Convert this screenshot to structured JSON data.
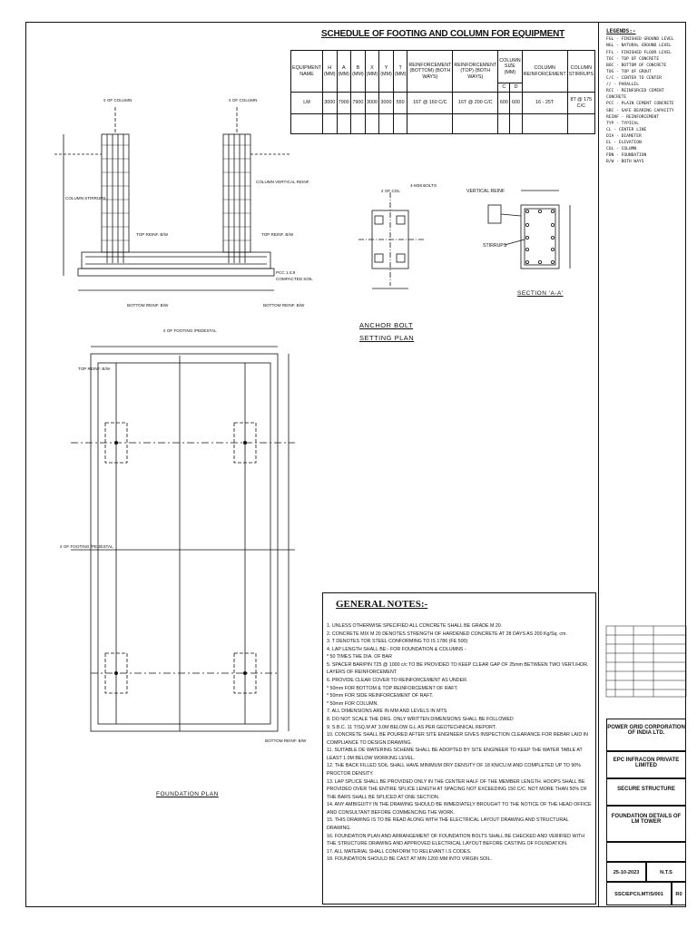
{
  "schedule": {
    "title": "SCHEDULE OF FOOTING AND COLUMN FOR EQUIPMENT",
    "headers": {
      "equipment": "EQUIPMENT NAME",
      "h": "H (MM)",
      "a": "A (MM)",
      "b": "B (MM)",
      "x": "X (MM)",
      "y": "Y (MM)",
      "t": "T (MM)",
      "reinf_bottom": "REINFORCEMENT (BOTTOM) (BOTH WAYS)",
      "reinf_top": "REINFORCEMENT (TOP) (BOTH WAYS)",
      "column_size": "COLUMN SIZE (MM)",
      "col_c": "C",
      "col_d": "D",
      "column_reinf": "COLUMN REINFORCEMENT",
      "column_stirrups": "COLUMN STIRRUPS"
    },
    "row": {
      "equipment": "LM",
      "h": "3000",
      "a": "7900",
      "b": "7900",
      "x": "3000",
      "y": "3000",
      "t": "550",
      "reinf_bottom": "16T @ 160 C/C",
      "reinf_top": "16T @ 200 C/C",
      "col_c": "600",
      "col_d": "600",
      "column_reinf": "16 - 25T",
      "column_stirrups": "8T @ 175 C/C"
    }
  },
  "legend": {
    "title": "LEGENDS:-",
    "items": [
      "FGL - FINISHED GROUND LEVEL",
      "NGL - NATURAL GROUND LEVEL",
      "FFL - FINISHED FLOOR LEVEL",
      "TOC - TOP OF CONCRETE",
      "BOC - BOTTOM OF CONCRETE",
      "TOG - TOP OF GROUT",
      "C/C - CENTER TO CENTER",
      "// - PARALLEL",
      "RCC - REINFORCED CEMENT CONCRETE",
      "PCC - PLAIN CEMENT CONCRETE",
      "SBC - SAFE BEARING CAPACITY",
      "REINF - REINFORCEMENT",
      "TYP - TYPICAL",
      "CL - CENTER LINE",
      "DIA - DIAMETER",
      "EL - ELEVATION",
      "COL - COLUMN",
      "FDN - FOUNDATION",
      "B/W - BOTH WAYS"
    ]
  },
  "drawing_labels": {
    "cl_column_left": "¢ OF COLUMN",
    "cl_column_right": "¢ OF COLUMN",
    "column_stirrups": "COLUMN STIRRUPS",
    "column_vertical_reinf": "COLUMN VERTICAL REINF.",
    "top_reinf_left": "TOP REINF. B/W",
    "top_reinf_right": "TOP REINF. B/W",
    "pcc": "PCC 1:4:8",
    "compacted_soil": "COMPACTED SOIL",
    "bottom_reinf_left": "BOTTOM REINF. B/W",
    "bottom_reinf_right": "BOTTOM REINF. B/W",
    "cl_of_col": "¢ OF COL",
    "hd_bolts": "4-M36 BOLTS",
    "vertical_reinf": "VERTICAL REINF",
    "stirrups": "STIRRUPS",
    "section": "SECTION 'A-A'",
    "anchor_bolt": "ANCHOR BOLT",
    "setting_plan": "SETTING PLAN",
    "cl_footing_top": "¢ OF FOOTING /PEDESTAL",
    "cl_footing_left": "¢ OF FOOTING /PEDESTAL",
    "bottom_reinf_plan": "BOTTOM REINF. B/W",
    "top_reinf_plan": "TOP REINF. B/W",
    "plan_title": "FOUNDATION PLAN"
  },
  "notes": {
    "title": "GENERAL NOTES:-",
    "items": [
      "1. UNLESS OTHERWISE SPECIFIED ALL CONCRETE SHALL BE GRADE M 20.",
      "2. CONCRETE MIX M 20 DENOTES STRENGTH OF HARDENED CONCRETE AT 28 DAYS AS 200 Kg/Sq. cm.",
      "3. T DENOTES TOR STEEL CONFORMING TO IS 1786 (FE 500)",
      "4. LAP LENGTH SHALL BE:- FOR FOUNDATION & COLUMNS -",
      "* 50 TIMES THE DIA. OF BAR",
      "5. SPACER BAR/PIN T25 @ 1000 c/c TO BE PROVIDED TO KEEP CLEAR GAP OF 25mm BETWEEN TWO VERT./HOR. LAYERS OF REINFORCEMENT",
      "6. PROVIDE CLEAR COVER TO REINFORCEMENT AS UNDER.",
      "* 50mm FOR BOTTOM & TOP REINFORCEMENT OF RAFT.",
      "* 50mm FOR SIDE REINFORCEMENT OF RAFT.",
      "* 50mm FOR COLUMN.",
      "7. ALL DIMENSIONS ARE IN MM AND LEVELS IN MTS",
      "8. DO NOT SCALE THE DRG. ONLY WRITTEN DIMENSIONS SHALL BE FOLLOWED",
      "9. S.B.C. 11 T/SQ.M AT 3.0M BELOW G.L AS PER GEOTECHNICAL REPORT.",
      "10. CONCRETE SHALL BE POURED AFTER SITE ENGINEER GIVES INSPECTION CLEARANCE FOR REBAR LAID IN COMPLIANCE TO DESIGN DRAWING.",
      "11. SUITABLE DE WATERING SCHEME SHALL BE ADOPTED BY SITE ENGINEER TO KEEP THE WATER TABLE AT LEAST 1.0M BELOW WORKING LEVEL.",
      "12. THE BACK FILLED SOIL SHALL HAVE MINIMUM DRY DENSITY OF 18 KN/CU.M AND COMPLETED UP TO 90% PROCTOR DENSITY.",
      "13. LAP SPLICE SHALL BE PROVIDED ONLY IN THE CENTER HALF OF THE MEMBER LENGTH. HOOPS SHALL BE PROVIDED OVER THE ENTIRE SPLICE LENGTH AT SPACING NOT EXCEEDING 150 C/C. NOT MORE THAN 50% OF THE BARS SHALL BE SPLICED AT ONE SECTION.",
      "14. ANY AMBIGUITY IN THE DRAWING SHOULD BE IMMEDIATELY BROUGHT TO THE NOTICE OF THE HEAD OFFICE AND CONSULTANT BEFORE COMMENCING THE WORK.",
      "15. THIS DRAWING IS TO BE READ ALONG WITH THE ELECTRICAL LAYOUT DRAWING AND STRUCTURAL DRAWING.",
      "16. FOUNDATION PLAN AND ARRANGEMENT OF FOUNDATION BOLTS SHALL BE CHECKED AND VERIFIED WITH THE STRUCTURE DRAWING AND APPROVED ELECTRICAL LAYOUT BEFORE CASTING OF FOUNDATION.",
      "17. ALL MATERIAL SHALL CONFORM TO RELEVANT I.S CODES.",
      "18. FOUNDATION SHOULD BE CAST AT MIN 1200 MM INTO VIRGIN SOIL."
    ]
  },
  "title_block": {
    "client": "POWER GRID CORPORATION OF INDIA LTD.",
    "contractor": "EPC INFRACON PRIVATE LIMITED",
    "project": "SECURE STRUCTURE",
    "drawing_title": "FOUNDATION DETAILS OF LM TOWER",
    "date": "25-10-2023",
    "scale": "N.T.S",
    "drawing_no": "SSC/EPC/LMT/S/001",
    "revision": "R0"
  }
}
